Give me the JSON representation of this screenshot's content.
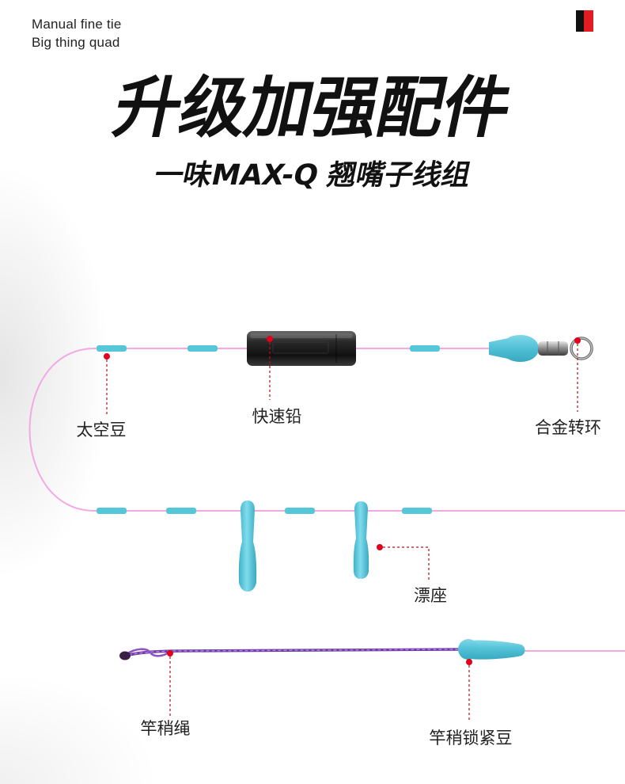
{
  "header": {
    "tagline_line1": "Manual fine tie",
    "tagline_line2": "Big thing quad"
  },
  "title": "升级加强配件",
  "subtitle": "一味MAX-Q 翘嘴子线组",
  "callouts": {
    "space_bean": "太空豆",
    "fast_lead": "快速铅",
    "alloy_swivel": "合金转环",
    "float_seat": "漂座",
    "rod_tip_rope": "竿稍绳",
    "rod_tip_lock_bead": "竿稍锁紧豆"
  },
  "colors": {
    "accent": "#e31b23",
    "line": "#f2a9e3",
    "bead": "#56c6d9",
    "callout": "#e3001b",
    "callout_dark": "#b5121b",
    "braid": "#8d54c4"
  }
}
